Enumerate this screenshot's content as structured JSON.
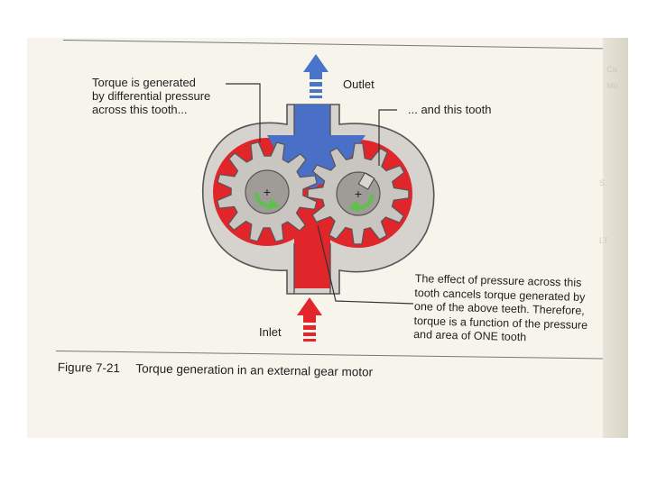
{
  "figure": {
    "labels": {
      "torque_note": [
        "Torque is generated",
        "by differential pressure",
        "across this tooth..."
      ],
      "outlet": "Outlet",
      "and_tooth": "... and this tooth",
      "inlet": "Inlet",
      "effect_note": [
        "The effect of pressure across this",
        "tooth cancels torque generated by",
        "one of the above teeth. Therefore,",
        "torque is a function of the pressure",
        "and area of ONE tooth"
      ]
    },
    "caption": {
      "number": "Figure 7-21",
      "text": "Torque generation in an external gear motor"
    },
    "margin_ghost": [
      "Ca",
      "Mo",
      "S.",
      "LT"
    ]
  },
  "colors": {
    "high_pressure": "#e0262b",
    "low_pressure": "#4a6fc7",
    "housing": "#dad7d3",
    "gear": "#c9c6c2",
    "rotation_arrow": "#5cc24a",
    "outlet_arrow": "#4a74c9",
    "inlet_arrow": "#e3262b"
  }
}
